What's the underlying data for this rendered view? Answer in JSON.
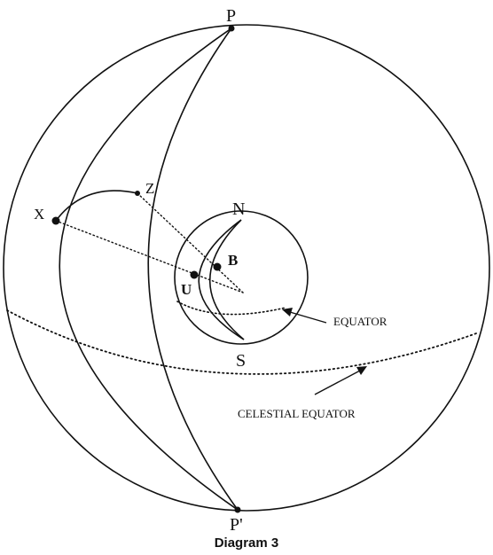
{
  "labels": {
    "p": "P",
    "p_prime": "P'",
    "z": "Z",
    "x": "X",
    "n": "N",
    "s": "S",
    "b": "B",
    "u": "U",
    "equator": "EQUATOR",
    "celestial_equator": "CELESTIAL EQUATOR"
  },
  "caption": "Diagram 3",
  "colors": {
    "line": "#111111",
    "background": "#ffffff"
  }
}
